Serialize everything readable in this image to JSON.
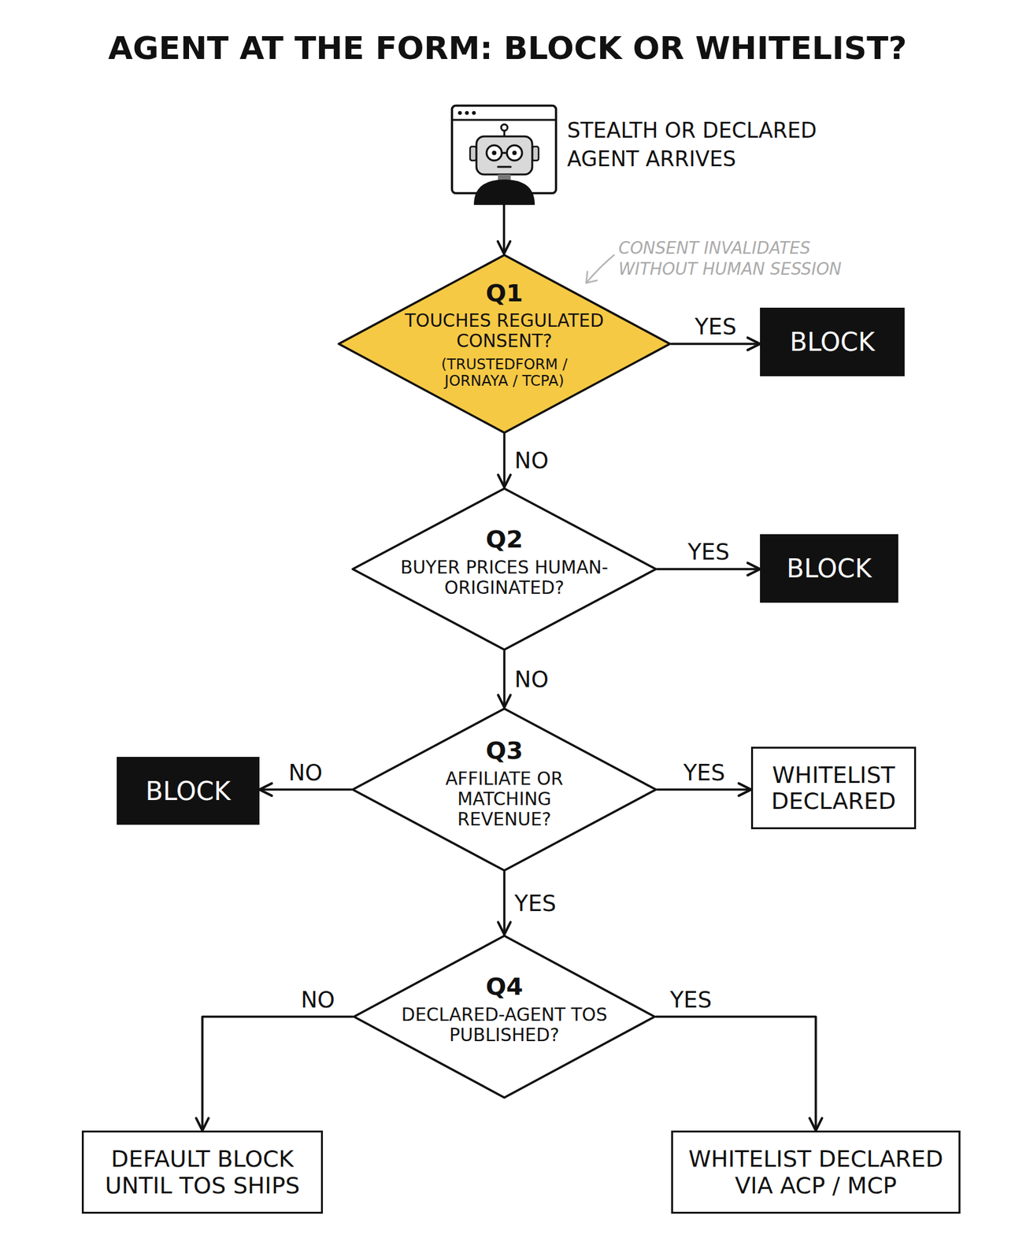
{
  "diagram": {
    "title": "AGENT AT THE FORM: BLOCK OR WHITELIST?",
    "nodes": [
      {
        "text": [
          "STEALTH OR DECLARED AGENT ARRIVES"
        ]
      },
      {
        "text": [
          "Q1",
          "TOUCHES REGULATED CONSENT?",
          "(TRUSTEDFORM / JORNAYA / TCPA)"
        ]
      },
      {
        "text": [
          "BLOCK"
        ]
      },
      {
        "text": [
          "Q2",
          "BUYER PRICES HUMAN-ORIGINATED?"
        ]
      },
      {
        "text": [
          "BLOCK"
        ]
      },
      {
        "text": [
          "Q3",
          "AFFILIATE OR MATCHING REVENUE?"
        ]
      },
      {
        "text": [
          "BLOCK"
        ]
      },
      {
        "text": [
          "WHITELIST DECLARED"
        ]
      },
      {
        "text": [
          "Q4",
          "DECLARED-AGENT TOS PUBLISHED?"
        ]
      },
      {
        "text": [
          "DEFAULT BLOCK UNTIL TOS SHIPS"
        ]
      },
      {
        "text": [
          "WHITELIST DECLARED VIA ACP / MCP"
        ]
      }
    ],
    "edges": [
      {
        "from": 0,
        "to": 1,
        "arrow": "to"
      },
      {
        "from": 1,
        "to": 2,
        "label": "YES",
        "arrow": "to"
      },
      {
        "from": 1,
        "to": 3,
        "label": "NO",
        "arrow": "to"
      },
      {
        "from": 3,
        "to": 4,
        "label": "YES",
        "arrow": "to"
      },
      {
        "from": 3,
        "to": 5,
        "label": "NO",
        "arrow": "to"
      },
      {
        "from": 5,
        "to": 6,
        "label": "NO",
        "arrow": "to"
      },
      {
        "from": 5,
        "to": 7,
        "label": "YES",
        "arrow": "to"
      },
      {
        "from": 5,
        "to": 8,
        "label": "YES",
        "arrow": "to"
      },
      {
        "from": 8,
        "to": 9,
        "label": "NO",
        "arrow": "to"
      },
      {
        "from": 8,
        "to": 10,
        "label": "YES",
        "arrow": "to"
      }
    ],
    "labels": [
      "CONSENT INVALIDATES WITHOUT HUMAN SESSION"
    ]
  }
}
